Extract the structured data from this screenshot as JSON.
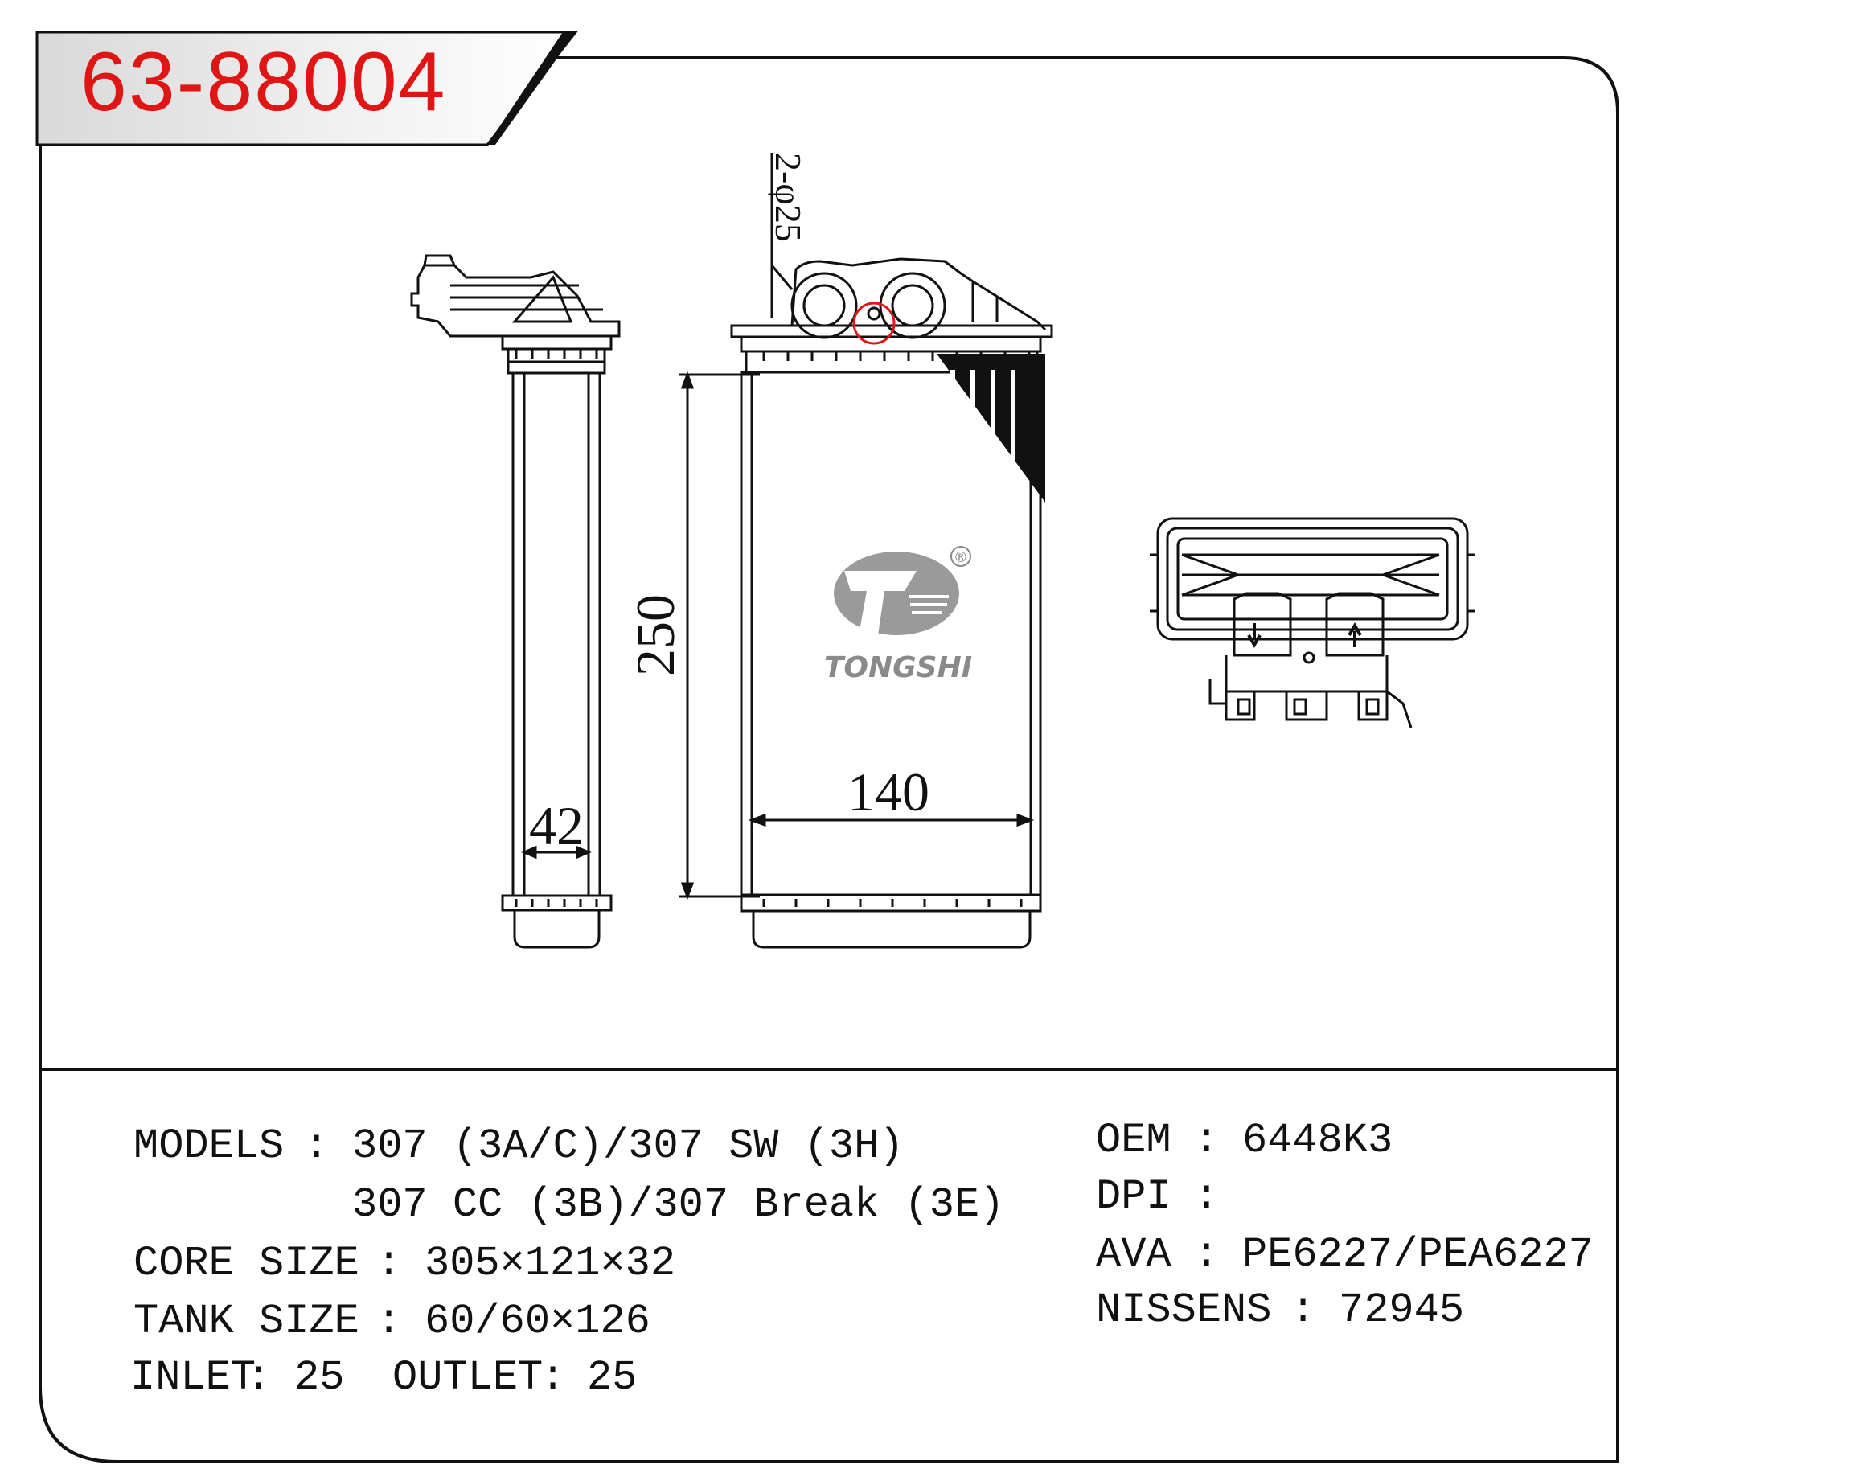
{
  "part_number": "63-88004",
  "brand": {
    "name": "TONGSHI",
    "registered_mark": "®",
    "colors": {
      "logo": "#8a8a8a",
      "title": "#e01515"
    }
  },
  "dimensions": {
    "tube_label": "2-φ25",
    "height": "250",
    "width": "140",
    "depth": "42"
  },
  "specs": {
    "models_label": "MODELS",
    "models_line1": "307 (3A/C)/307 SW (3H)",
    "models_line2": "307 CC (3B)/307 Break (3E)",
    "core_size_label": "CORE SIZE",
    "core_size": "305×121×32",
    "tank_size_label": "TANK SIZE",
    "tank_size": "60/60×126",
    "inlet_label": "INLET",
    "inlet": "25",
    "outlet_label": "OUTLET",
    "outlet": "25",
    "separator": ":"
  },
  "references": {
    "oem_label": "OEM",
    "oem": "6448K3",
    "dpi_label": "DPI",
    "dpi": "",
    "ava_label": "AVA",
    "ava": "PE6227/PEA6227",
    "nissens_label": "NISSENS",
    "nissens": "72945"
  }
}
